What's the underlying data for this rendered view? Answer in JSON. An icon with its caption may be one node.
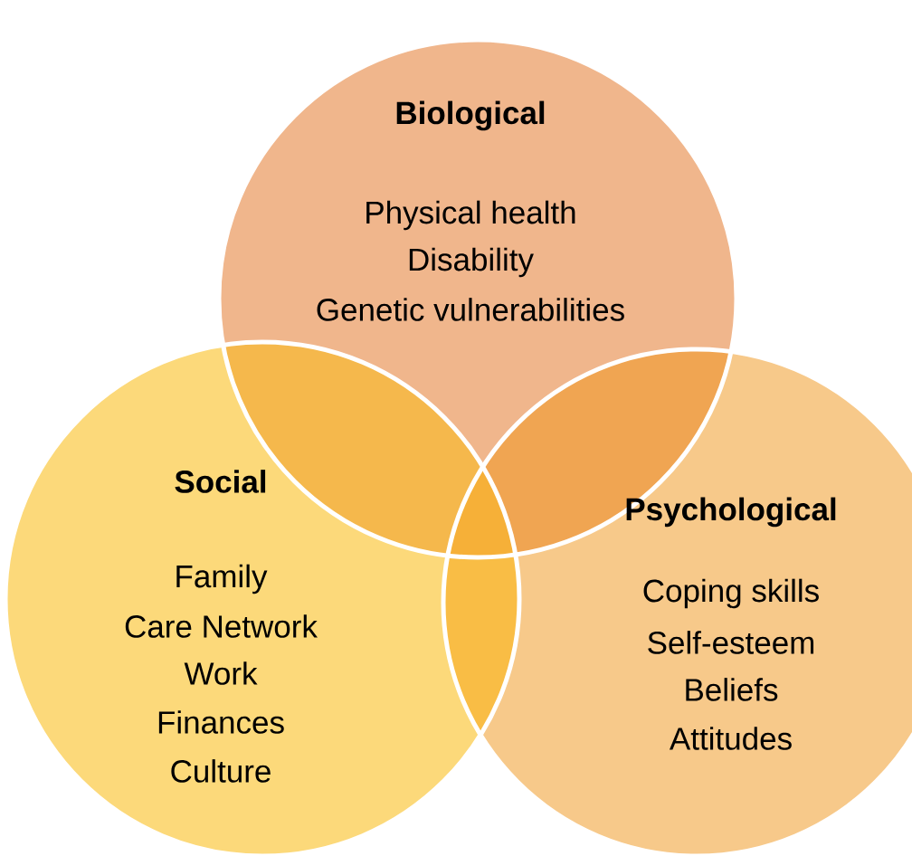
{
  "diagram": {
    "nodes": [
      {
        "text": [
          "Biological",
          "Physical health",
          "Disability",
          "Genetic vulnerabilities"
        ]
      },
      {
        "text": [
          "Social",
          "Family",
          "Care Network",
          "Work",
          "Finances",
          "Culture"
        ]
      },
      {
        "text": [
          "Psychological",
          "Coping skills",
          "Self-esteem",
          "Beliefs",
          "Attitudes"
        ]
      }
    ]
  }
}
